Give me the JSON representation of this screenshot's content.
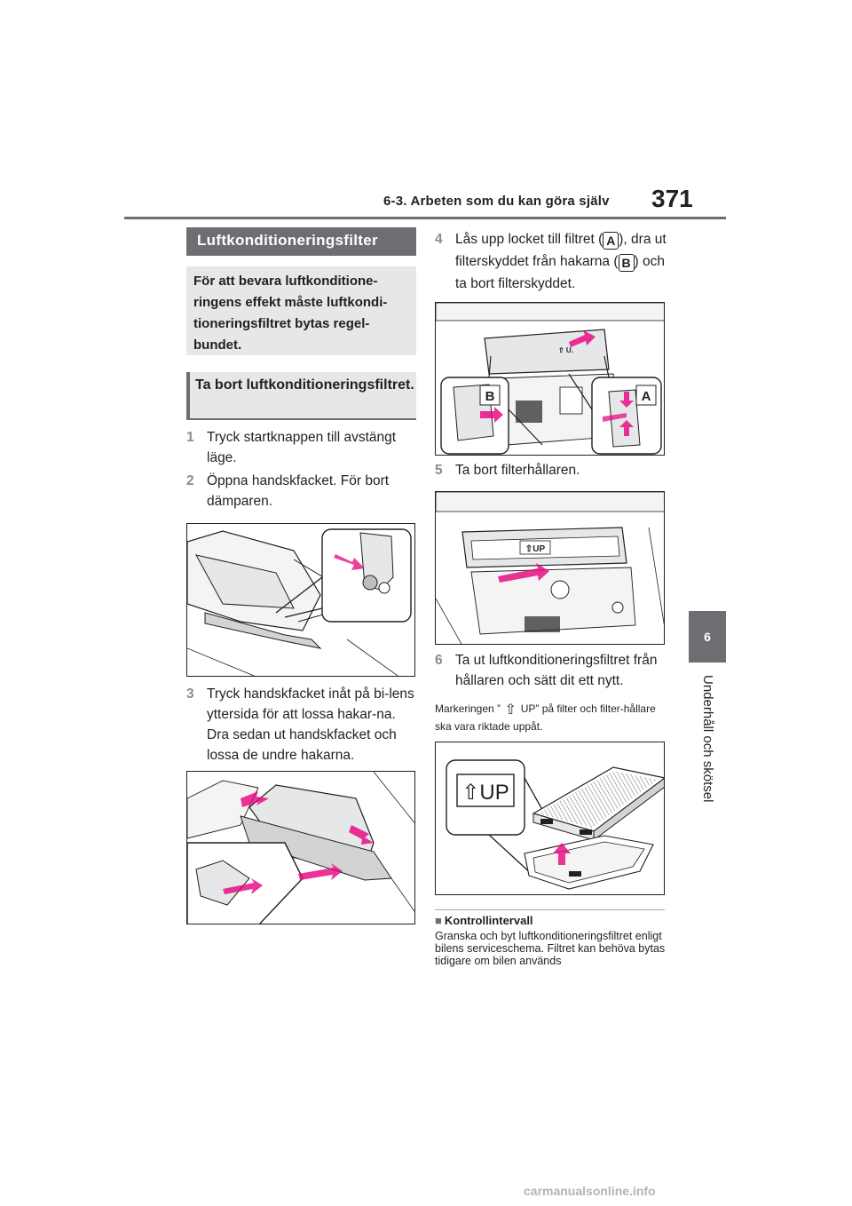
{
  "header": {
    "section_title": "6-3. Arbeten som du kan göra själv",
    "page_number": "371"
  },
  "side_tab": {
    "chapter_number": "6",
    "chapter_title": "Underhåll och skötsel"
  },
  "left_column": {
    "heading": "Luftkonditioneringsfilter",
    "intro": "För att bevara luftkonditione-ringens effekt måste luftkondi-tioneringsfiltret bytas regel-bundet.",
    "subheading": "Ta bort luftkonditioneringsfiltret.",
    "steps": [
      {
        "number": "1",
        "text": "Tryck startknappen till avstängt läge."
      },
      {
        "number": "2",
        "text": "Öppna handskfacket. För bort dämparen."
      },
      {
        "number": "3",
        "text": "Tryck handskfacket inåt på bi-lens yttersida för att lossa hakar-na. Dra sedan ut handskfacket och lossa de undre hakarna."
      }
    ]
  },
  "right_column": {
    "step4": {
      "number": "4",
      "text_part1": "Lås upp locket till filtret (",
      "label_a": "A",
      "text_part2": "), dra ut filterskyddet från hakarna (",
      "label_b": "B",
      "text_part3": ") och ta bort filterskyddet."
    },
    "figure_labels": {
      "label_a": "A",
      "label_b": "B",
      "up_text": "UP"
    },
    "step5": {
      "number": "5",
      "text": "Ta bort filterhållaren."
    },
    "step6": {
      "number": "6",
      "text": "Ta ut luftkonditioneringsfiltret från hållaren och sätt dit ett nytt."
    },
    "note_part1": "Markeringen ” ",
    "note_arrow": "⇧",
    "note_part2": " UP” på filter och filter-hållare ska vara riktade uppåt.",
    "subsection": {
      "bullet": "■",
      "title": "Kontrollintervall",
      "body": "Granska och byt luftkonditioneringsfiltret enligt bilens serviceschema. Filtret kan behöva bytas tidigare om bilen används"
    }
  },
  "footer": {
    "watermark": "carmanualsonline.info"
  },
  "colors": {
    "accent_pink": "#e6007e",
    "tab_gray": "#6d6e71",
    "box_gray": "#e6e7e8"
  }
}
